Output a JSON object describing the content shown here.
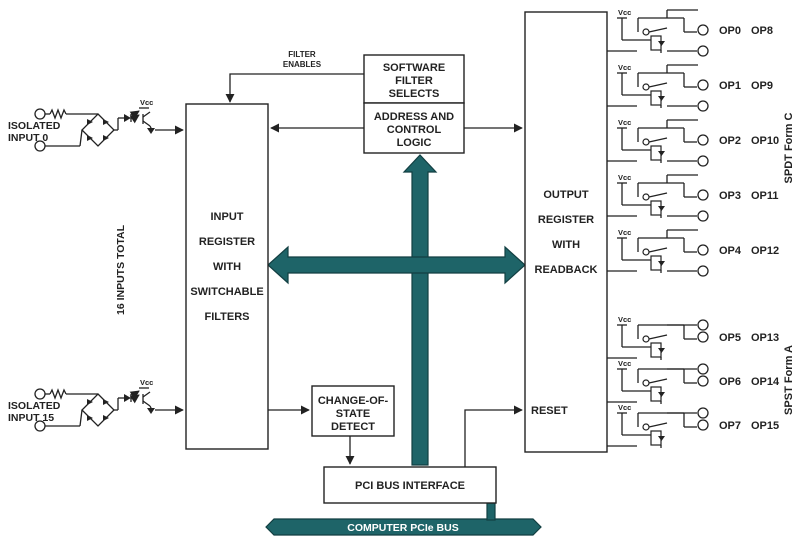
{
  "blocks": {
    "input_register": [
      "INPUT",
      "REGISTER",
      "WITH",
      "SWITCHABLE",
      "FILTERS"
    ],
    "software_filter": [
      "SOFTWARE",
      "FILTER",
      "SELECTS"
    ],
    "address_control": [
      "ADDRESS AND",
      "CONTROL",
      "LOGIC"
    ],
    "output_register": [
      "OUTPUT",
      "REGISTER",
      "WITH",
      "READBACK"
    ],
    "reset": "RESET",
    "change_of_state": [
      "CHANGE-OF-",
      "STATE",
      "DETECT"
    ],
    "pci_interface": "PCI BUS INTERFACE"
  },
  "labels": {
    "filter_enables": [
      "FILTER",
      "ENABLES"
    ],
    "isolated_input_0": [
      "ISOLATED",
      "INPUT 0"
    ],
    "isolated_input_15": [
      "ISOLATED",
      "INPUT 15"
    ],
    "inputs_total": "16 INPUTS TOTAL",
    "computer_bus": "COMPUTER PCIe BUS",
    "spdt": "SPDT Form C",
    "spst": "SPST Form A",
    "vcc": "Vcc"
  },
  "outputs_form_c": [
    {
      "a": "OP0",
      "b": "OP8"
    },
    {
      "a": "OP1",
      "b": "OP9"
    },
    {
      "a": "OP2",
      "b": "OP10"
    },
    {
      "a": "OP3",
      "b": "OP11"
    },
    {
      "a": "OP4",
      "b": "OP12"
    }
  ],
  "outputs_form_a": [
    {
      "a": "OP5",
      "b": "OP13"
    },
    {
      "a": "OP6",
      "b": "OP14"
    },
    {
      "a": "OP7",
      "b": "OP15"
    }
  ],
  "colors": {
    "bus": "#1e6468",
    "line": "#222222"
  }
}
